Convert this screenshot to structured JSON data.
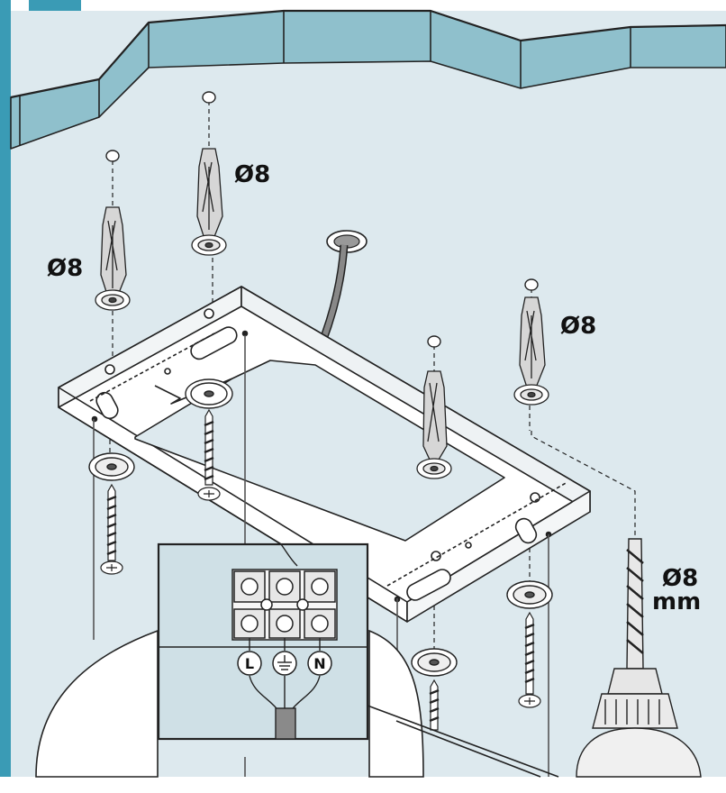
{
  "labels": {
    "dowel_size_1": "Ø8",
    "dowel_size_2": "Ø8",
    "dowel_size_3": "Ø8",
    "drill_size": "Ø8",
    "drill_unit": "mm"
  },
  "terminals": {
    "live": "L",
    "neutral": "N"
  },
  "colors": {
    "wall": "#dde9ee",
    "ceiling_trim": "#8fc0cc",
    "bracket": "#ffffff",
    "inset_background": "#cfe0e6",
    "line": "#222222"
  }
}
